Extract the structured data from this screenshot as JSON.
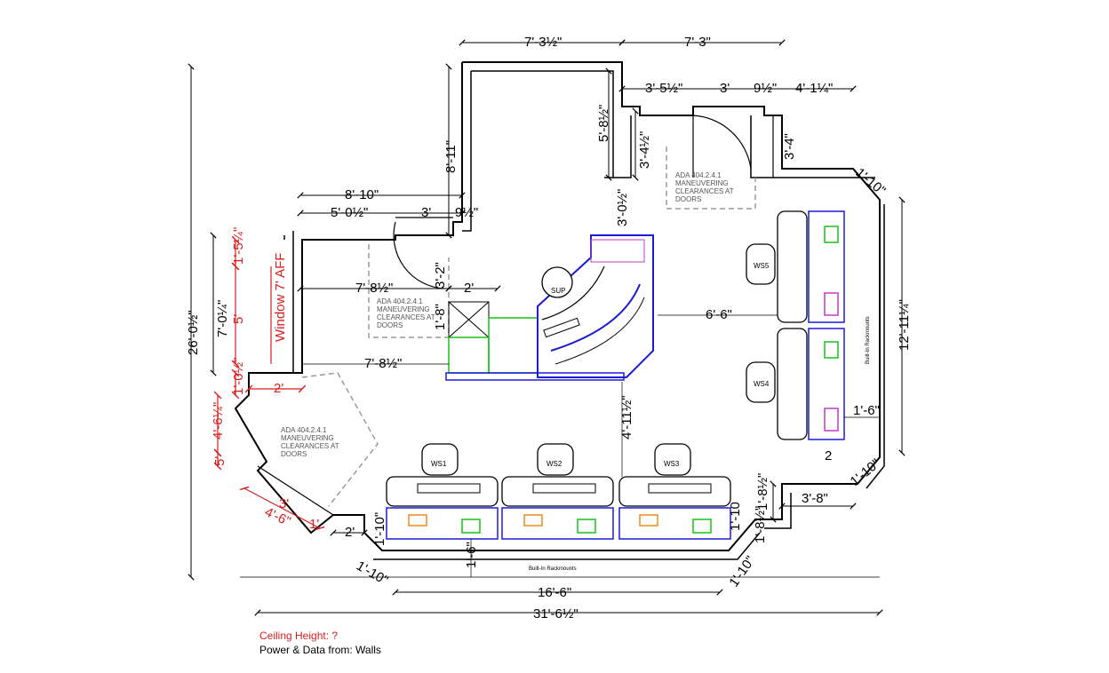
{
  "dimensions": {
    "top_left_width": "7'-3½\"",
    "top_right_width": "7'-3\"",
    "door_offset_left": "3'-5½\"",
    "door_width": "3'",
    "door_jamb": "9½\"",
    "right_upper_seg": "4'-1¼\"",
    "alcove_depth": "5'-8½\"",
    "wall_run_vertical": "8'-11\"",
    "door_return": "3'-4½\"",
    "right_return": "3'-4\"",
    "left_upper_total": "8'-10\"",
    "left_upper_a": "5'-0½\"",
    "left_upper_b": "3'",
    "left_upper_c": "9½\"",
    "sup_offset": "3'-0½\"",
    "sup_to_wall": "3'-2\"",
    "sup_desk_gap": "2'",
    "sup_short": "1'-8\"",
    "left_clear": "7'-8½\"",
    "left_clear_small": "7'-8½\"",
    "ws_to_sup": "4'-11½\"",
    "ws5_clear": "6'-6\"",
    "ws4_clear": "1'-6\"",
    "total_height": "26'-0½\"",
    "window_height": "7'-0¼\"",
    "red_top": "1'-5¼\"",
    "red_mid": "5'",
    "red_below": "1'-0½\"",
    "red_wall": "2'",
    "red_angled": "4'-6¼\"",
    "red_small": "5'",
    "red_bottom_a": "3'",
    "red_bottom_b": "4'-6\"",
    "red_bottom_c": "1'",
    "window_label": "Window 7' AFF",
    "bottom_left_return": "2'",
    "bottom_left_rack": "1'-10\"",
    "bottom_rack_depth": "1'-6\"",
    "corner_bl": "1'-10\"",
    "bottom_inner": "16'-6\"",
    "bottom_total": "31'-6½\"",
    "corner_br": "1'-10\"",
    "right_rack_a": "1'-10",
    "right_rack_b": "1'-8½\"",
    "right_step": "1'-8½\"",
    "right_step_w": "3'-8\"",
    "corner_tr": "1'-10\"",
    "corner_mr": "1'-10\"",
    "right_total": "12'-11¼\"",
    "right_small": "2"
  },
  "labels": {
    "ada_1": [
      "ADA 404.2.4.1",
      "MANEUVERING",
      "CLEARANCES AT",
      "DOORS"
    ],
    "ada_2": [
      "ADA 404.2.4.1",
      "MANEUVERING",
      "CLEARANCES AT",
      "DOORS"
    ],
    "ada_3": [
      "ADA 404.2.4.1",
      "MANEUVERING",
      "CLEARANCES AT",
      "DOORS"
    ],
    "builtin_bottom": "Built-In Rackmounts",
    "builtin_right": "Built-In Rackmounts",
    "sup": "SUP",
    "ws1": "WS1",
    "ws2": "WS2",
    "ws3": "WS3",
    "ws4": "WS4",
    "ws5": "WS5"
  },
  "notes": {
    "ceiling": "Ceiling Height: ?",
    "power": "Power & Data from: Walls"
  },
  "colors": {
    "wall": "#000000",
    "dim_red": "#d81f1f",
    "furniture_blue": "#1b1bd6",
    "furniture_green": "#16c316",
    "furniture_magenta": "#c03cc0",
    "clearance_gray": "#9a9a9a"
  }
}
